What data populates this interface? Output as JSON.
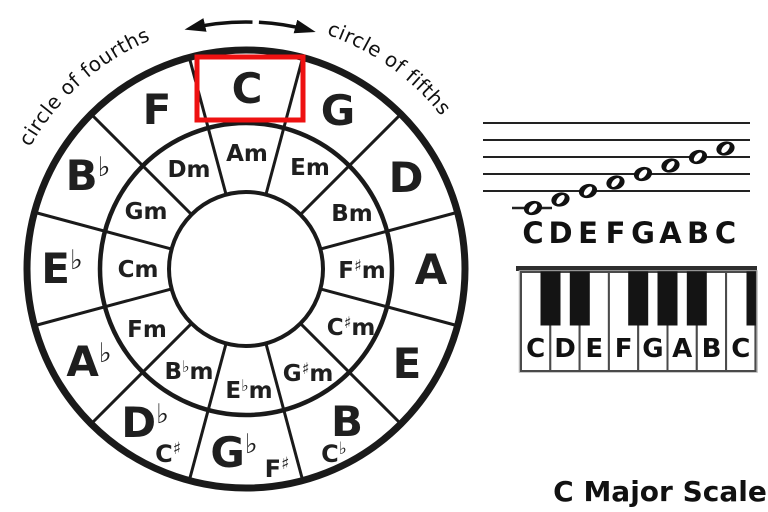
{
  "diagram": {
    "curved_labels": {
      "left": "circle of fourths",
      "right": "circle of fifths"
    },
    "highlighted_key": "C",
    "highlight_color": "#ee1111",
    "major_keys": [
      [
        "C"
      ],
      [
        "G"
      ],
      [
        "D"
      ],
      [
        "A"
      ],
      [
        "E"
      ],
      [
        "B"
      ],
      [
        "G",
        "♭"
      ],
      [
        "D",
        "♭"
      ],
      [
        "A",
        "♭"
      ],
      [
        "E",
        "♭"
      ],
      [
        "B",
        "♭"
      ],
      [
        "F"
      ]
    ],
    "enharmonic_keys": [
      [
        "C",
        "♭"
      ],
      [
        "F",
        "♯"
      ],
      [
        "C",
        "♯"
      ]
    ],
    "minor_keys": [
      [
        "Am"
      ],
      [
        "Em"
      ],
      [
        "Bm"
      ],
      [
        "F",
        "♯",
        "m"
      ],
      [
        "C",
        "♯",
        "m"
      ],
      [
        "G",
        "♯",
        "m"
      ],
      [
        "E",
        "♭",
        "m"
      ],
      [
        "B",
        "♭",
        "m"
      ],
      [
        "Fm"
      ],
      [
        "Cm"
      ],
      [
        "Gm"
      ],
      [
        "Dm"
      ]
    ]
  },
  "staff": {
    "note_letters": [
      "C",
      "D",
      "E",
      "F",
      "G",
      "A",
      "B",
      "C"
    ]
  },
  "keyboard": {
    "key_labels": [
      "C",
      "D",
      "E",
      "F",
      "G",
      "A",
      "B",
      "C"
    ]
  },
  "caption": "C Major Scale"
}
